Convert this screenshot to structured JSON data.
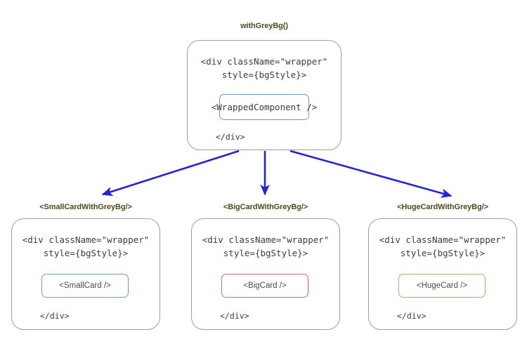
{
  "diagram": {
    "type": "hoc-component-tree",
    "background_color": "#ffffff",
    "label_color": "#4e4b21",
    "box_border_color": "#9d9d9d",
    "arrow_color": "#2222dd",
    "root": {
      "label": "withGreyBg()",
      "code_line_1": "<div className=\"wrapper\"",
      "code_line_2": "style={bgStyle}>",
      "inner_label": "<WrappedComponent />",
      "inner_border_color": "#7996c4",
      "closing_tag": "</div>"
    },
    "children": [
      {
        "label": "<SmallCardWithGreyBg/>",
        "code_line_1": "<div className=\"wrapper\"",
        "code_line_2": "style={bgStyle}>",
        "inner_label": "<SmallCard />",
        "inner_border_color": "#7996c4",
        "closing_tag": "</div>"
      },
      {
        "label": "<BigCardWithGreyBg/>",
        "code_line_1": "<div className=\"wrapper\"",
        "code_line_2": "style={bgStyle}>",
        "inner_label": "<BigCard />",
        "inner_border_color": "#c07070",
        "closing_tag": "</div>"
      },
      {
        "label": "<HugeCardWithGreyBg/>",
        "code_line_1": "<div className=\"wrapper\"",
        "code_line_2": "style={bgStyle}>",
        "inner_label": "<HugeCard />",
        "inner_border_color": "#8fbc73",
        "closing_tag": "</div>"
      }
    ],
    "edges": [
      {
        "name": "edge-root-to-small",
        "from": "withGreyBg()",
        "to": "<SmallCardWithGreyBg/>"
      },
      {
        "name": "edge-root-to-big",
        "from": "withGreyBg()",
        "to": "<BigCardWithGreyBg/>"
      },
      {
        "name": "edge-root-to-huge",
        "from": "withGreyBg()",
        "to": "<HugeCardWithGreyBg/>"
      }
    ]
  }
}
